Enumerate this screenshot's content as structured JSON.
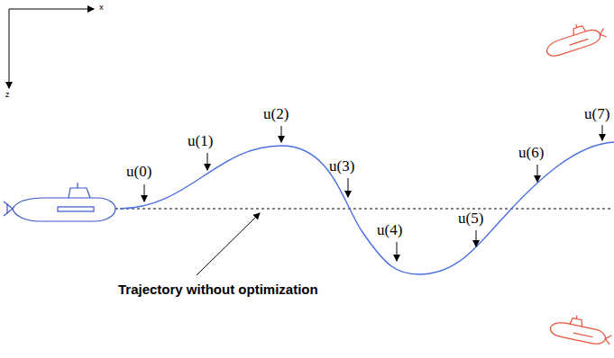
{
  "diagram": {
    "labels": [
      "x",
      "z",
      "u(0)",
      "u(1)",
      "u(2)",
      "u(3)",
      "u(4)",
      "u(5)",
      "u(6)",
      "u(7)",
      "Trajectory without optimization"
    ]
  }
}
